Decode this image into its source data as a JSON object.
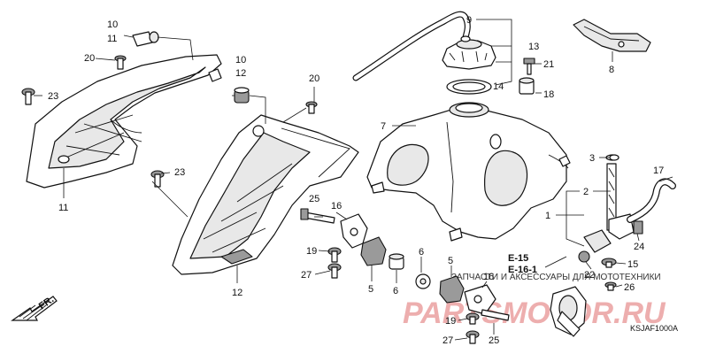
{
  "labels": {
    "l9": "9",
    "l13": "13",
    "l14": "14",
    "l18": "18",
    "l21": "21",
    "l8": "8",
    "l10a": "10",
    "l11a": "11",
    "l20a": "20",
    "l23a": "23",
    "l11b": "11",
    "l10b": "10",
    "l12a": "12",
    "l20b": "20",
    "l23b": "23",
    "l12b": "12",
    "l7": "7",
    "l3": "3",
    "l17": "17",
    "l2": "2",
    "l1": "1",
    "l25a": "25",
    "l16a": "16",
    "l19a": "19",
    "l27a": "27",
    "l5a": "5",
    "l6a": "6",
    "l6b": "6",
    "l5b": "5",
    "l16b": "16",
    "l19b": "19",
    "l27b": "27",
    "l25b": "25",
    "l22": "22",
    "l24": "24",
    "l15": "15",
    "l26": "26",
    "fr": "FR."
  },
  "refs": {
    "e15": "E-15",
    "e16": "E-16-1"
  },
  "watermark": {
    "text": "ЗАПЧАСТИ И АКСЕССУАРЫ ДЛЯ МОТОТЕХНИКИ",
    "logo": "PARTSMOTOR.RU"
  },
  "diagram_code": "KSJAF1000A"
}
